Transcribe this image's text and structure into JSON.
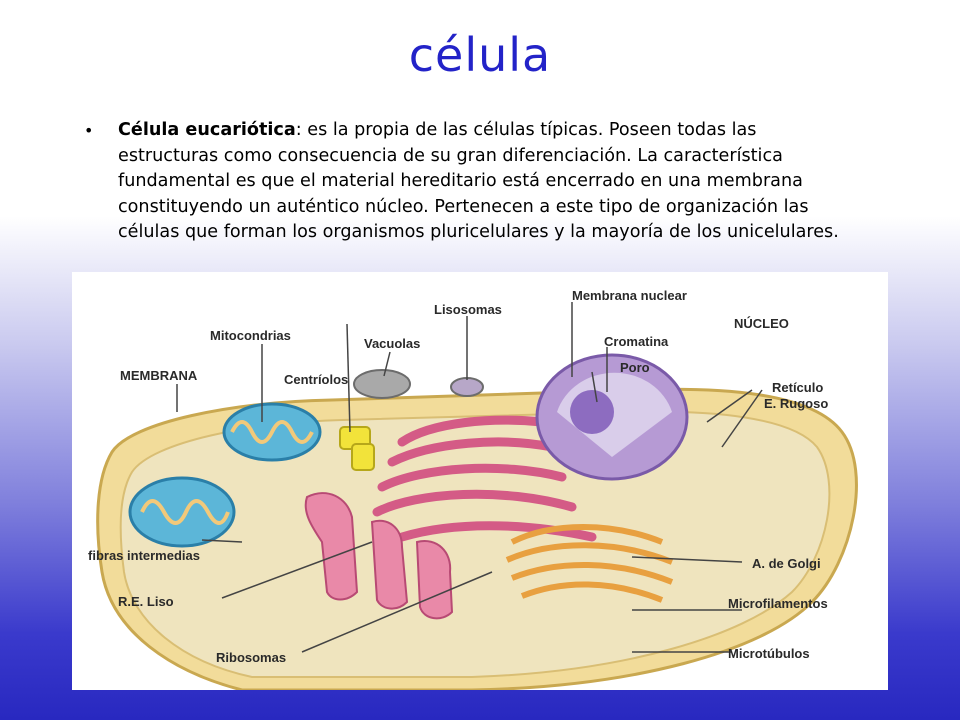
{
  "slide": {
    "title": "célula",
    "bullet": {
      "term": "Célula eucariótica",
      "text": ": es la propia de las células típicas. Poseen todas las estructuras como consecuencia de su gran diferenciación. La característica fundamental es que el material hereditario está encerrado en una membrana constituyendo un auténtico núcleo. Pertenecen a este tipo de organización las células que forman los organismos pluricelulares y la mayoría de los unicelulares."
    }
  },
  "diagram": {
    "labels": {
      "mitocondrias": "Mitocondrias",
      "membrana": "MEMBRANA",
      "centriolos": "Centríolos",
      "vacuolas": "Vacuolas",
      "lisosomas": "Lisosomas",
      "membrana_nuclear": "Membrana nuclear",
      "nucleo": "NÚCLEO",
      "cromatina": "Cromatina",
      "poro": "Poro",
      "reticulo_rugoso_1": "Retículo",
      "reticulo_rugoso_2": "E. Rugoso",
      "fibras": "fibras intermedias",
      "re_liso": "R.E. Liso",
      "golgi": "A. de Golgi",
      "microfilamentos": "Microfilamentos",
      "ribosomas": "Ribosomas",
      "microtubulos": "Microtúbulos"
    }
  }
}
